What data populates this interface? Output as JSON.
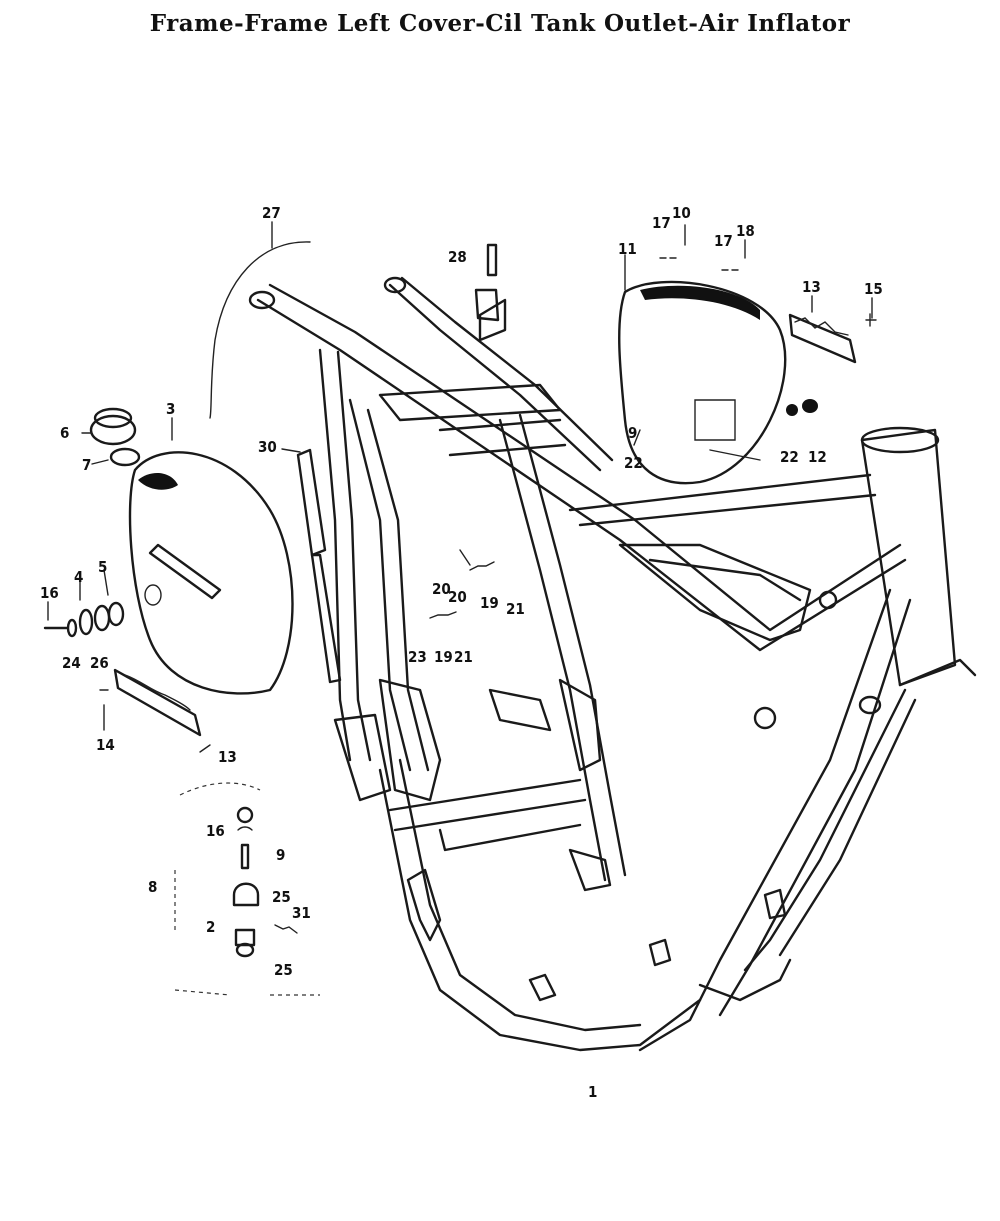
{
  "title": "Frame-Frame Left Cover-Cil Tank Outlet-Air Inflator",
  "callouts": [
    "27",
    "28",
    "17",
    "10",
    "17",
    "18",
    "11",
    "13",
    "15",
    "3",
    "6",
    "7",
    "30",
    "9",
    "22",
    "22",
    "12",
    "16",
    "4",
    "5",
    "20",
    "19",
    "21",
    "24",
    "26",
    "20",
    "23",
    "19",
    "21",
    "14",
    "13",
    "16",
    "9",
    "8",
    "25",
    "2",
    "31",
    "25",
    "1"
  ]
}
